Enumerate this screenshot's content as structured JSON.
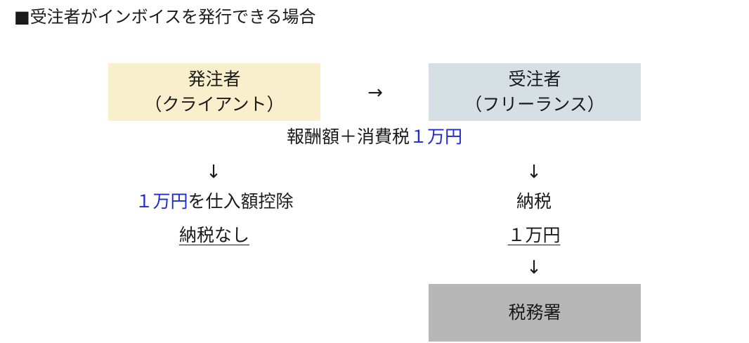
{
  "heading": {
    "square": "■",
    "text": "受注者がインボイスを発行できる場合"
  },
  "colors": {
    "client_box": "#faefcc",
    "freelancer_box": "#d6e0e4",
    "tax_office_box": "#b7b7b7",
    "highlight": "#1f2bd0",
    "text": "#1a1a1a"
  },
  "client": {
    "line1": "発注者",
    "line2": "（クライアント）"
  },
  "freelancer": {
    "line1": "受注者",
    "line2": "（フリーランス）"
  },
  "flow_arrow": "→",
  "payment": {
    "text": "報酬額＋消費税",
    "amount": "１万円"
  },
  "left": {
    "arrow": "↓",
    "deduction_amount": "１万円",
    "deduction_text": "を仕入額控除",
    "no_tax": "納税なし"
  },
  "right": {
    "arrow1": "↓",
    "pay_tax": "納税",
    "amount": "１万円",
    "arrow2": "↓"
  },
  "tax_office": {
    "label": "税務署"
  }
}
